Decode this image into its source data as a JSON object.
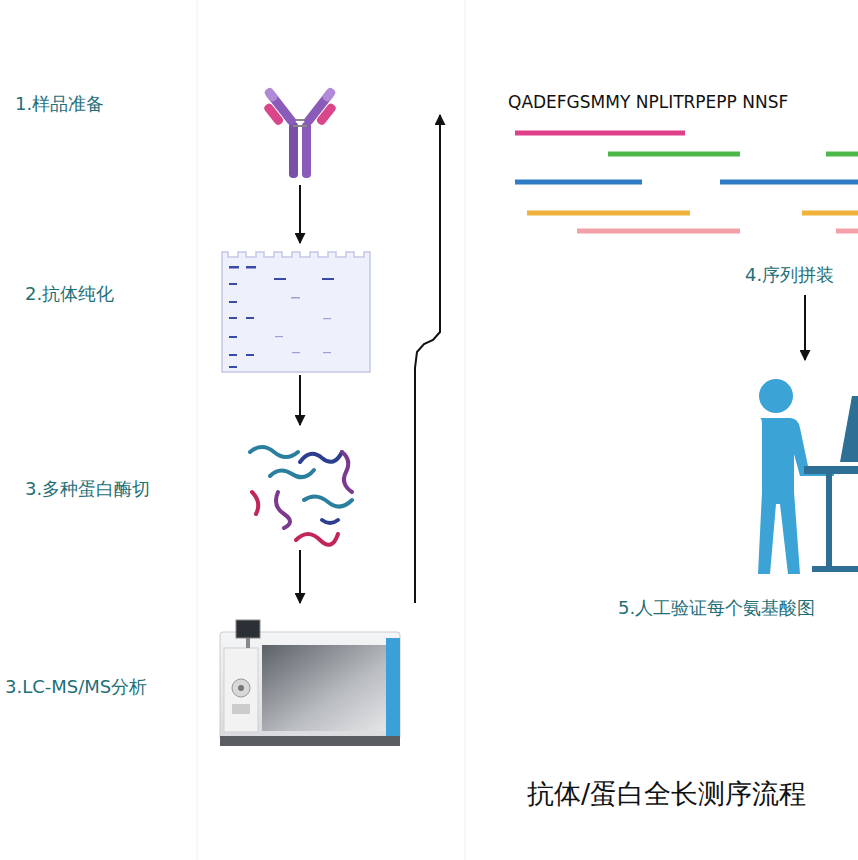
{
  "diagram": {
    "title": "抗体/蛋白全长测序流程",
    "nodes": [
      {
        "text": [
          "1.样品准备"
        ]
      },
      {
        "text": [
          "2.抗体纯化"
        ]
      },
      {
        "text": [
          "3.多种蛋白酶切"
        ]
      },
      {
        "text": [
          "3.LC-MS/MS分析"
        ]
      },
      {
        "text": [
          "QADEFGSMMY NPLITRPEPP NNSF",
          "4.序列拼装"
        ]
      },
      {
        "text": [
          "5.人工验证每个氨基酸图"
        ]
      }
    ],
    "edges": [
      {
        "from": 0,
        "to": 1,
        "arrow": "to"
      },
      {
        "from": 1,
        "to": 2,
        "arrow": "to"
      },
      {
        "from": 2,
        "to": 3,
        "arrow": "to"
      },
      {
        "from": 3,
        "to": 4,
        "arrow": "to"
      },
      {
        "from": 4,
        "to": 5,
        "arrow": "to"
      }
    ]
  }
}
